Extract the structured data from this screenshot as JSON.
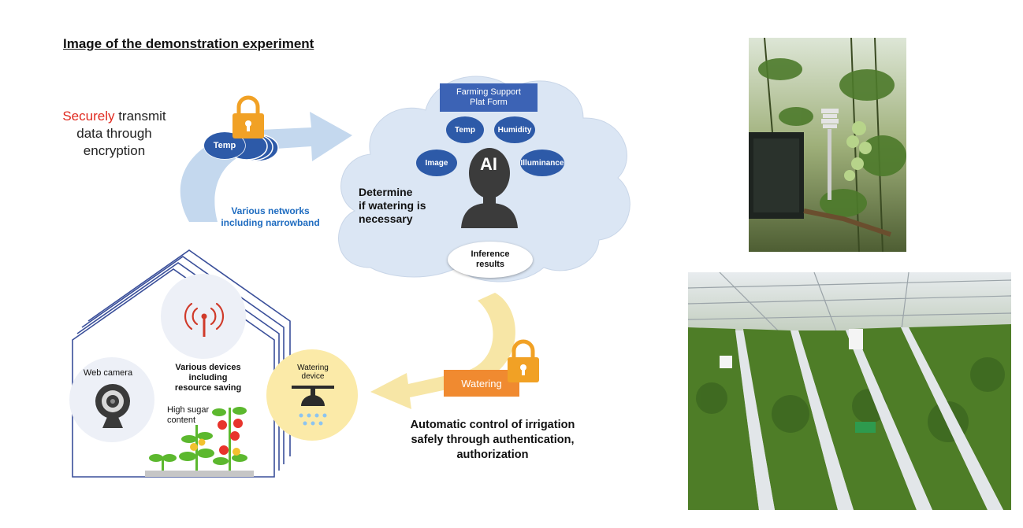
{
  "title": "Image of the demonstration experiment",
  "transmit": {
    "highlight": "Securely",
    "line1_rest": " transmit",
    "line2": "data through",
    "line3": "encryption"
  },
  "networks_label": {
    "line1": "Various networks",
    "line2": "including narrowband"
  },
  "transmit_packet_label": "Temp",
  "cloud": {
    "platform": {
      "line1": "Farming Support",
      "line2": "Plat Form"
    },
    "sensors": [
      "Temp",
      "Humidity",
      "Image",
      "Illuminance"
    ],
    "ai_label": "AI",
    "determine": {
      "line1": "Determine",
      "line2": "if watering is",
      "line3": "necessary"
    },
    "inference": {
      "line1": "Inference",
      "line2": "results"
    }
  },
  "greenhouse": {
    "web_camera": "Web camera",
    "devices": {
      "line1": "Various devices",
      "line2": "including",
      "line3": "resource saving"
    },
    "high_sugar": {
      "line1": "High sugar",
      "line2": "content"
    },
    "watering_device": {
      "line1": "Watering",
      "line2": "device"
    }
  },
  "watering_command": "Watering",
  "automatic_control": {
    "line1": "Automatic control of irrigation",
    "line2": "safely through authentication,",
    "line3": "authorization"
  },
  "colors": {
    "cloud": "#dbe6f4",
    "bubble": "#2d5aa8",
    "platform": "#3c63b5",
    "arrow_blue": "#b7cfe9",
    "arrow_yellow": "#f7e6a6",
    "lock": "#f1a125",
    "watering_tag": "#f08a30",
    "highlight_red": "#e0291f",
    "network_text": "#1f6cc0"
  },
  "icons": [
    "lock-icon",
    "antenna-signal-icon",
    "web-camera-icon",
    "sprinkler-icon",
    "tomato-plant-icon",
    "ai-head-icon"
  ]
}
